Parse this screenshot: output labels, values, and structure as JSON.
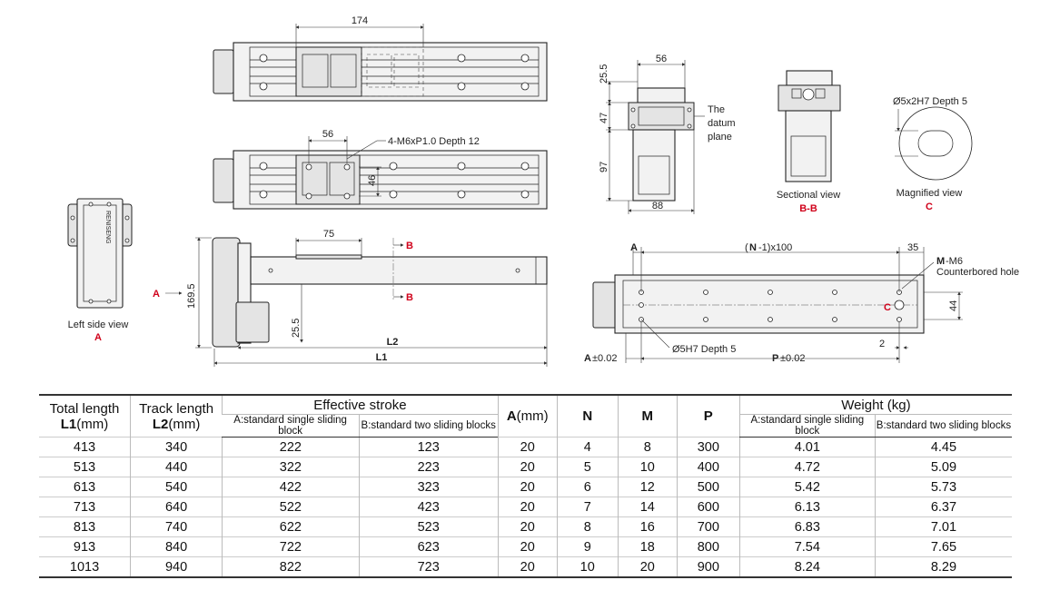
{
  "drawing": {
    "top_view": {
      "dim_174": "174"
    },
    "middle_view": {
      "dim_56": "56",
      "dim_46": "46",
      "thread_note": "4-M6xP1.0 Depth 12"
    },
    "side_view": {
      "dim_75": "75",
      "dim_169_5": "169.5",
      "dim_25_5": "25.5",
      "label_L2": "L2",
      "label_L1": "L1",
      "section_B": "B",
      "view_arrow_A": "A"
    },
    "left_side_view": {
      "logo_text": "RENISENG",
      "caption": "Left side view",
      "caption_letter": "A"
    },
    "front_view": {
      "dim_56": "56",
      "dim_25_5": "25.5",
      "dim_47": "47",
      "dim_97": "97",
      "dim_88": "88",
      "datum_line1": "The",
      "datum_line2": "datum",
      "datum_line3": "plane"
    },
    "sectional_view": {
      "caption": "Sectional view",
      "caption_letter": "B-B"
    },
    "magnified_view": {
      "note": "Ø5x2H7 Depth 5",
      "caption": "Magnified view",
      "caption_letter": "C"
    },
    "bottom_view": {
      "dim_A": "A",
      "dim_N_bold": "N",
      "dim_N_rest": "-1)x100",
      "dim_N_open": "(",
      "dim_35": "35",
      "M_bold": "M",
      "M_rest": "-M6",
      "counterbore": "Counterbored hole",
      "dim_44": "44",
      "marker_C": "C",
      "dim_2": "2",
      "hole_note": "Ø5H7 Depth 5",
      "A_tol_bold": "A",
      "A_tol_rest": "±0.02",
      "P_tol_bold": "P",
      "P_tol_rest": "±0.02"
    }
  },
  "table": {
    "headers": {
      "total_length": "Total length",
      "total_length_sym": "L1",
      "total_length_unit": "(mm)",
      "track_length": "Track length",
      "track_length_sym": "L2",
      "track_length_unit": "(mm)",
      "effective_stroke": "Effective stroke",
      "stroke_a": "A:standard single sliding block",
      "stroke_b": "B:standard two sliding blocks",
      "a_sym": "A",
      "a_unit": "(mm)",
      "n": "N",
      "m": "M",
      "p": "P",
      "weight": "Weight (kg)",
      "weight_a": "A:standard single sliding block",
      "weight_b": "B:standard two sliding blocks"
    },
    "rows": [
      [
        "413",
        "340",
        "222",
        "123",
        "20",
        "4",
        "8",
        "300",
        "4.01",
        "4.45"
      ],
      [
        "513",
        "440",
        "322",
        "223",
        "20",
        "5",
        "10",
        "400",
        "4.72",
        "5.09"
      ],
      [
        "613",
        "540",
        "422",
        "323",
        "20",
        "6",
        "12",
        "500",
        "5.42",
        "5.73"
      ],
      [
        "713",
        "640",
        "522",
        "423",
        "20",
        "7",
        "14",
        "600",
        "6.13",
        "6.37"
      ],
      [
        "813",
        "740",
        "622",
        "523",
        "20",
        "8",
        "16",
        "700",
        "6.83",
        "7.01"
      ],
      [
        "913",
        "840",
        "722",
        "623",
        "20",
        "9",
        "18",
        "800",
        "7.54",
        "7.65"
      ],
      [
        "1013",
        "940",
        "822",
        "723",
        "20",
        "10",
        "20",
        "900",
        "8.24",
        "8.29"
      ]
    ]
  }
}
